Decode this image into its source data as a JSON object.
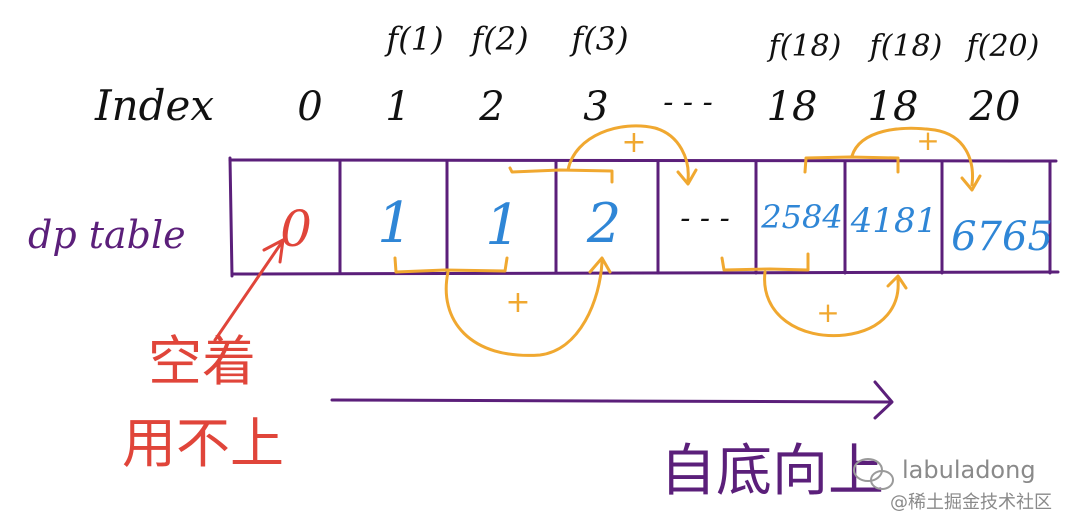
{
  "diagram": {
    "index_label": "Index",
    "table_label": "dp table",
    "function_labels": [
      "",
      "f(1)",
      "f(2)",
      "f(3)",
      "",
      "f(18)",
      "f(18)",
      "f(20)"
    ],
    "index_values": [
      "0",
      "1",
      "2",
      "3",
      "- - -",
      "18",
      "18",
      "20"
    ],
    "dp_values": [
      "0",
      "1",
      "1",
      "2",
      "- - -",
      "2584",
      "4181",
      "6765"
    ],
    "plus_sign": "+",
    "unused_note": [
      "空着",
      "用不上"
    ],
    "direction_label": "自底向上",
    "watermark": {
      "account": "labuladong",
      "site": "@稀土掘金技术社区"
    },
    "colors": {
      "table": "#5b1f7a",
      "values": "#2f86d6",
      "zero": "#e0453a",
      "arrows": "#f0a830",
      "note": "#e0453a",
      "direction": "#5b1f7a",
      "ink": "#111111",
      "watermark": "#888888"
    }
  }
}
